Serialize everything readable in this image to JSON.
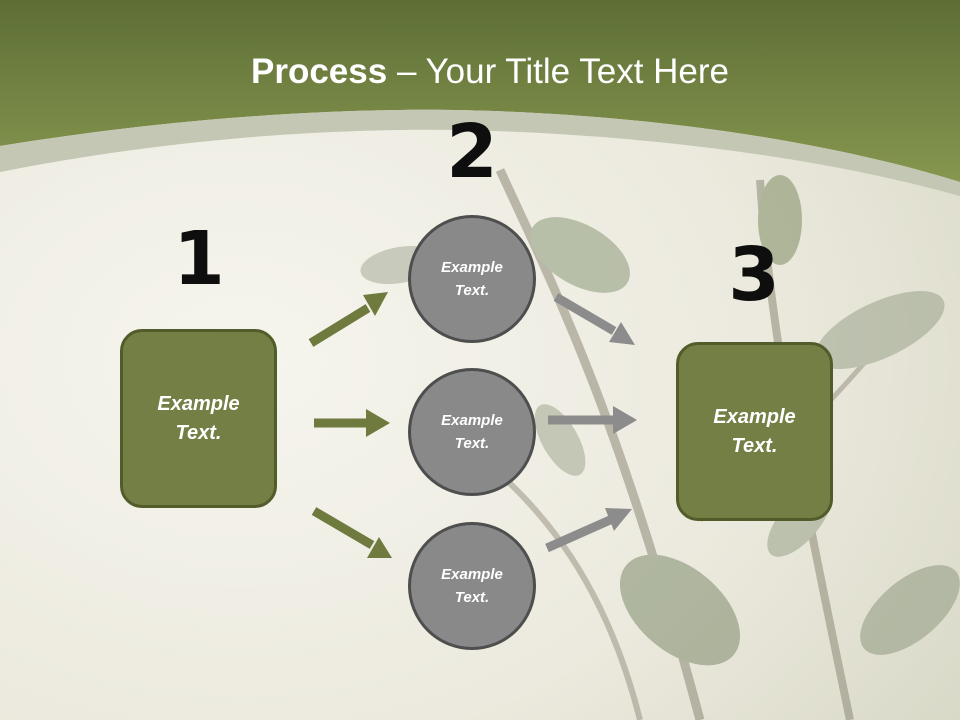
{
  "title": {
    "bold": "Process",
    "rest": " – Your Title Text Here"
  },
  "steps": {
    "one": "1",
    "two": "2",
    "three": "3"
  },
  "left_box": {
    "line1": "Example",
    "line2": "Text."
  },
  "right_box": {
    "line1": "Example",
    "line2": "Text."
  },
  "circles": [
    {
      "line1": "Example",
      "line2": "Text."
    },
    {
      "line1": "Example",
      "line2": "Text."
    },
    {
      "line1": "Example",
      "line2": "Text."
    }
  ],
  "colors": {
    "header": "#6f7f3e",
    "box": "#737f44",
    "circle": "#898989",
    "arrow_green": "#6f7a3f",
    "arrow_gray": "#8c8c8c"
  }
}
